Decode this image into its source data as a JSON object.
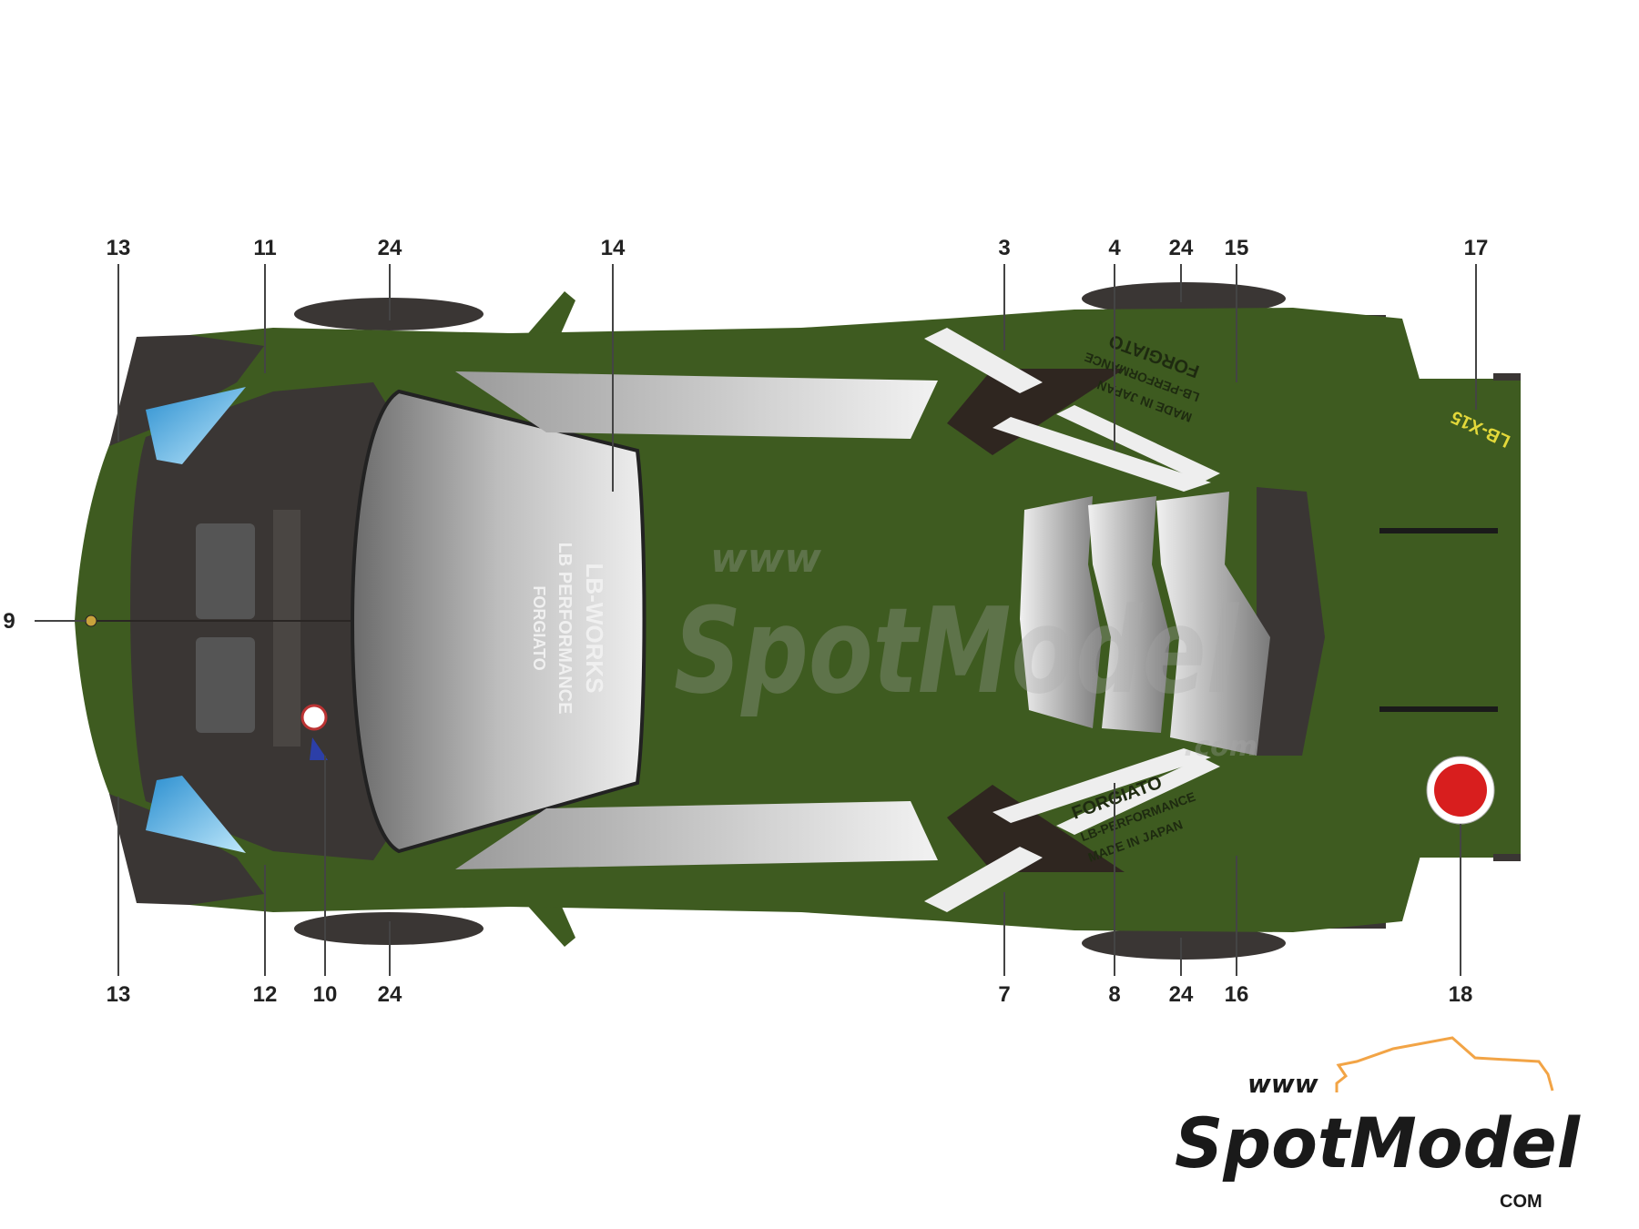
{
  "callouts": {
    "top": [
      "13",
      "11",
      "24",
      "14",
      "3",
      "4",
      "24",
      "15",
      "17"
    ],
    "bottom": [
      "13",
      "12",
      "10",
      "24",
      "7",
      "8",
      "24",
      "16",
      "18"
    ],
    "left": "9"
  },
  "decals": {
    "hood_line1": "LB-WORKS",
    "hood_line2": "LB PERFORMANCE",
    "hood_line3": "FORGIATO",
    "side_text_1": "FORGIATO",
    "side_text_2": "LB-PERFORMANCE",
    "side_text_3": "MADE IN JAPAN",
    "wing_text": "LB-X15"
  },
  "watermark": {
    "www": "www",
    "brand": "SpotModel",
    "tld": ".com"
  },
  "logo": {
    "www": "www",
    "brand": "SpotModel",
    "tld": "COM"
  },
  "colors": {
    "body": "#3e5b20",
    "dark": "#3a3634",
    "glass": "#c9c9c9",
    "headlight": "#3aa6dc",
    "roundel": "#d81e1e",
    "logo_outline": "#f2a446"
  }
}
